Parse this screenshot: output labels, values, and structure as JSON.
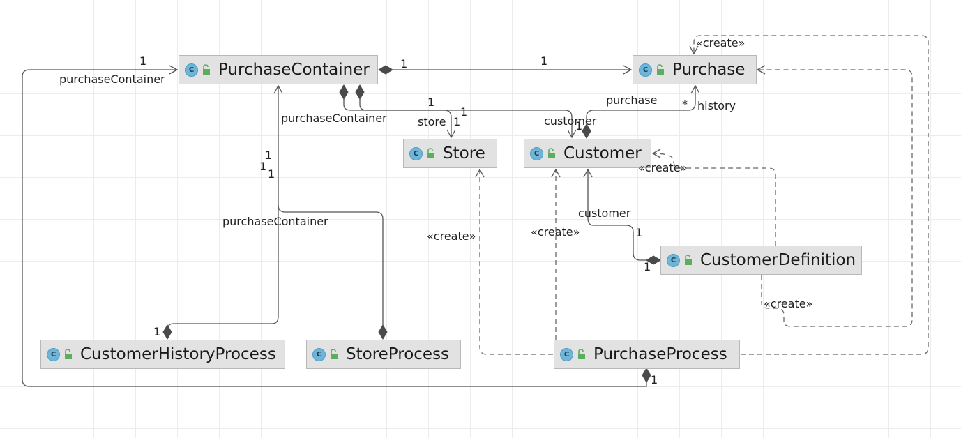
{
  "classes": {
    "purchase_container": {
      "name": "PurchaseContainer",
      "kind": "C"
    },
    "purchase": {
      "name": "Purchase",
      "kind": "C"
    },
    "store": {
      "name": "Store",
      "kind": "C"
    },
    "customer": {
      "name": "Customer",
      "kind": "C"
    },
    "customer_definition": {
      "name": "CustomerDefinition",
      "kind": "C"
    },
    "customer_history_process": {
      "name": "CustomerHistoryProcess",
      "kind": "C"
    },
    "store_process": {
      "name": "StoreProcess",
      "kind": "C"
    },
    "purchase_process": {
      "name": "PurchaseProcess",
      "kind": "C"
    }
  },
  "labels": {
    "pc_self_mult": "1",
    "pc_self_role": "purchaseContainer",
    "pc_purchase_mult_src": "1",
    "pc_purchase_mult_dst": "1",
    "create_pp_purchase": "«create»",
    "pc_store_mult_a": "1",
    "pc_store_mult_b": "1",
    "pc_role": "purchaseContainer",
    "store_role": "store",
    "store_mult": "1",
    "customer_role": "customer",
    "customer_mult": "1",
    "purchase_role": "purchase",
    "history_mult": "*",
    "history_role": "history",
    "create_cd_customer": "«create»",
    "chp_mult_a": "1",
    "chp_mult_b": "1",
    "chp_mult_c": "1",
    "sp_role": "purchaseContainer",
    "create_pp_store": "«create»",
    "create_pp_customer": "«create»",
    "cd_customer_role": "customer",
    "cd_customer_mult": "1",
    "cd_mult": "1",
    "create_cd_purchase": "«create»",
    "chp_mult_bottom": "1",
    "pp_mult_bottom": "1"
  },
  "colors": {
    "class_fill": "#e2e2e2",
    "class_icon": "#6fb5d8",
    "lock_icon": "#5cad5c",
    "line": "#555555"
  }
}
